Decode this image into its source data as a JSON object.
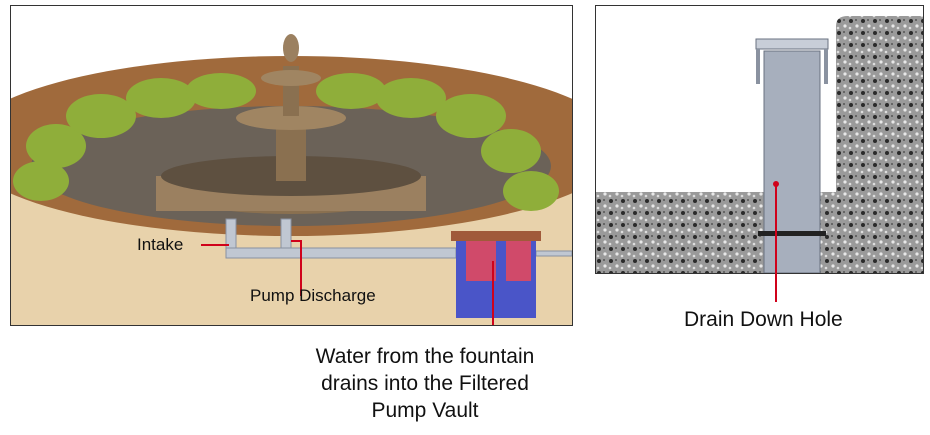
{
  "left_panel": {
    "labels": {
      "intake": "Intake",
      "pump_discharge": "Pump Discharge"
    },
    "caption_lines": [
      "Water from the fountain",
      "drains into the Filtered",
      "Pump Vault"
    ]
  },
  "right_panel": {
    "caption": "Drain Down Hole"
  },
  "colors": {
    "leader_line": "#d0021b",
    "pipe": "#b8c0cc",
    "vault": "#4a55c8",
    "soil": "#e6cfa8",
    "pond": "#6b6258"
  }
}
